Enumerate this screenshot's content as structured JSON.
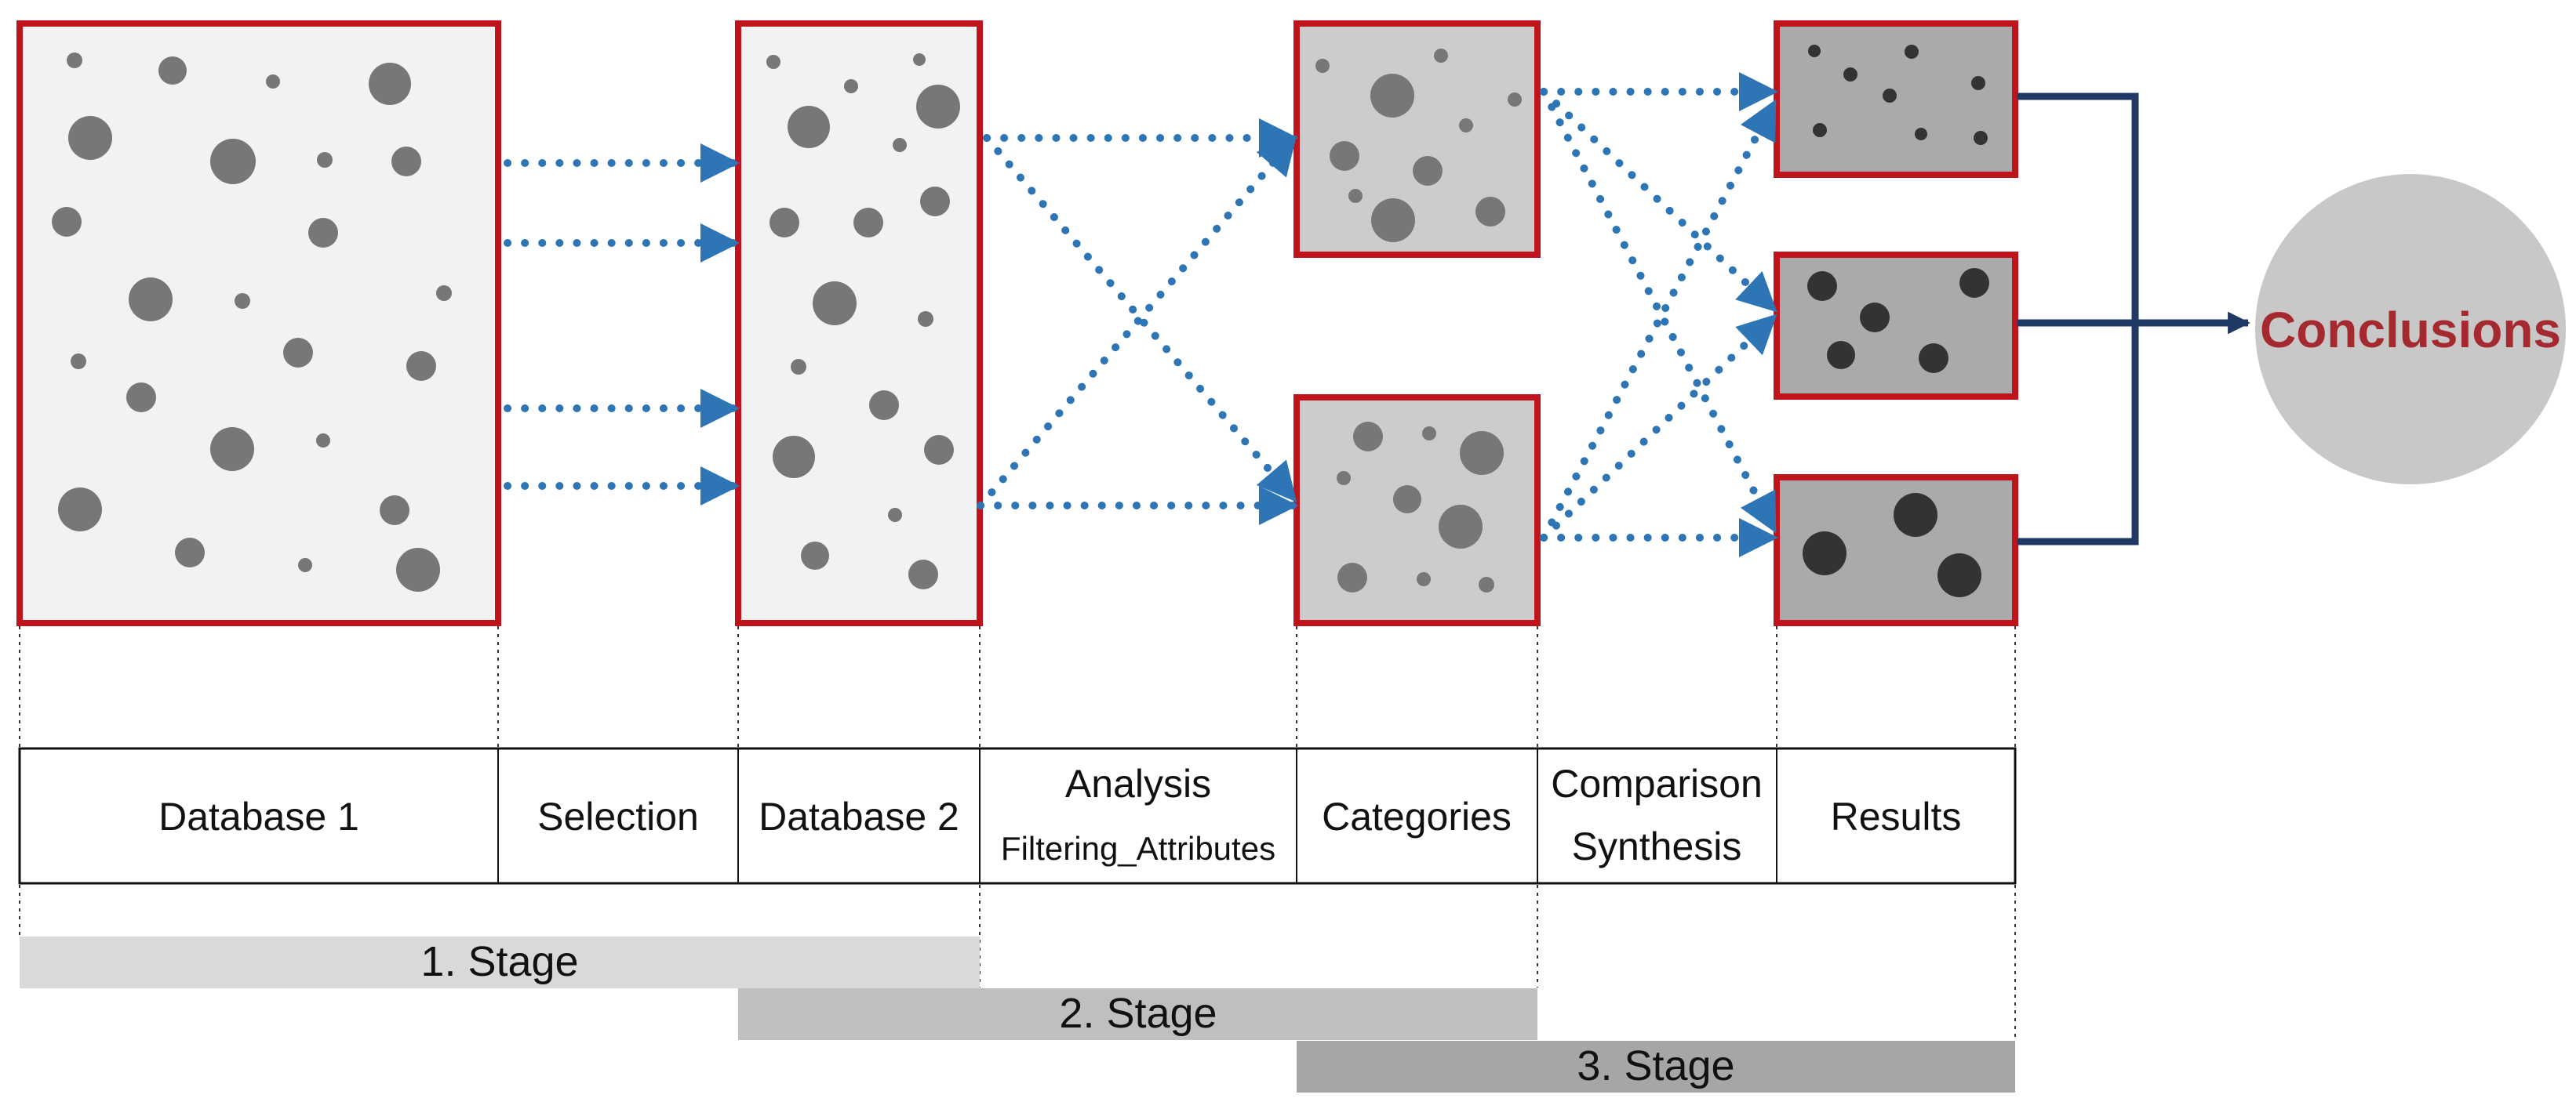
{
  "process_labels": {
    "database1": "Database 1",
    "selection": "Selection",
    "database2": "Database 2",
    "analysis": "Analysis",
    "analysis_sub": "Filtering_Attributes",
    "categories": "Categories",
    "comparison": "Comparison",
    "synthesis": "Synthesis",
    "results": "Results"
  },
  "stages": {
    "stage1": "1. Stage",
    "stage2": "2. Stage",
    "stage3": "3. Stage"
  },
  "conclusions": "Conclusions",
  "colors": {
    "box_border": "#c0141c",
    "arrow_blue": "#2e75b6",
    "connector_navy": "#1f3864",
    "conclusion_text": "#a52a2f",
    "conclusion_fill": "#c8c8c8"
  }
}
